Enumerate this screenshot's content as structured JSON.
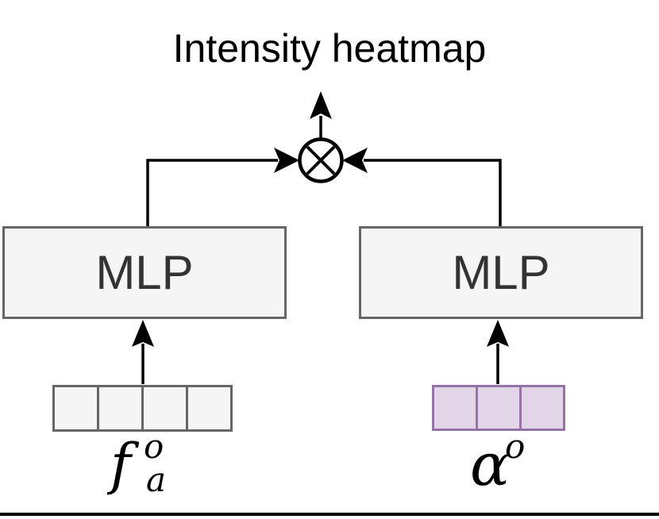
{
  "diagram": {
    "title": "Intensity heatmap",
    "operator": {
      "symbol": "⊗",
      "meaning": "multiply"
    },
    "branches": [
      {
        "side": "left",
        "block_label": "MLP",
        "input_vector": {
          "cells": 4,
          "fill": "#F5F5F5",
          "border": "#666666"
        },
        "input_label": {
          "base": "f",
          "sup": "o",
          "sub": "a"
        }
      },
      {
        "side": "right",
        "block_label": "MLP",
        "input_vector": {
          "cells": 3,
          "fill": "#E1D5E7",
          "border": "#9673A6"
        },
        "input_label": {
          "base": "α",
          "sup": "o"
        }
      }
    ],
    "colors": {
      "background": "#FFFFFF",
      "line": "#000000",
      "box_fill": "#F5F5F5",
      "box_border": "#666666",
      "box_text": "#333333",
      "title_text": "#000000"
    }
  }
}
